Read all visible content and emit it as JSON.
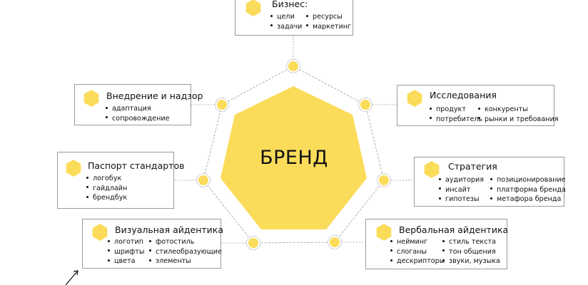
{
  "colors": {
    "accent": "#FBDC5A",
    "border": "#9a9a9a",
    "text": "#111111",
    "dashed": "#999999"
  },
  "icons": {
    "block": "yellow-hexagon-icon",
    "center": "yellow-heptagon-shape",
    "arrow": "arrow-icon"
  },
  "center": {
    "label": "БРЕНД"
  },
  "blocks": {
    "business": {
      "title": "Бизнес:",
      "col1": [
        "цели",
        "задачи"
      ],
      "col2": [
        "ресурсы",
        "маркетинг"
      ]
    },
    "research": {
      "title": "Исследования",
      "col1": [
        "продукт",
        "потребитель"
      ],
      "col2": [
        "конкуренты",
        "рынки и требования"
      ]
    },
    "strategy": {
      "title": "Стратегия",
      "col1": [
        "аудитория",
        "инсайт",
        "гипотезы"
      ],
      "col2": [
        "позиционирование",
        "платформа бренда",
        "метафора бренда"
      ]
    },
    "verbal": {
      "title": "Вербальная айдентика",
      "col1": [
        "нейминг",
        "слоганы",
        "дескрипторы"
      ],
      "col2": [
        "стиль текста",
        "тон общения",
        "звуки, музыка"
      ]
    },
    "visual": {
      "title": "Визуальная айдентика",
      "col1": [
        "логотип",
        "шрифты",
        "цвета"
      ],
      "col2": [
        "фотостиль",
        "стилеобразующие",
        "элементы"
      ]
    },
    "passport": {
      "title": "Паспорт стандартов",
      "col1": [
        "логобук",
        "гайдлайн",
        "брендбук"
      ],
      "col2": []
    },
    "implementation": {
      "title": "Внедрение и надзор",
      "col1": [
        "адаптация",
        "сопровождение"
      ],
      "col2": []
    }
  }
}
